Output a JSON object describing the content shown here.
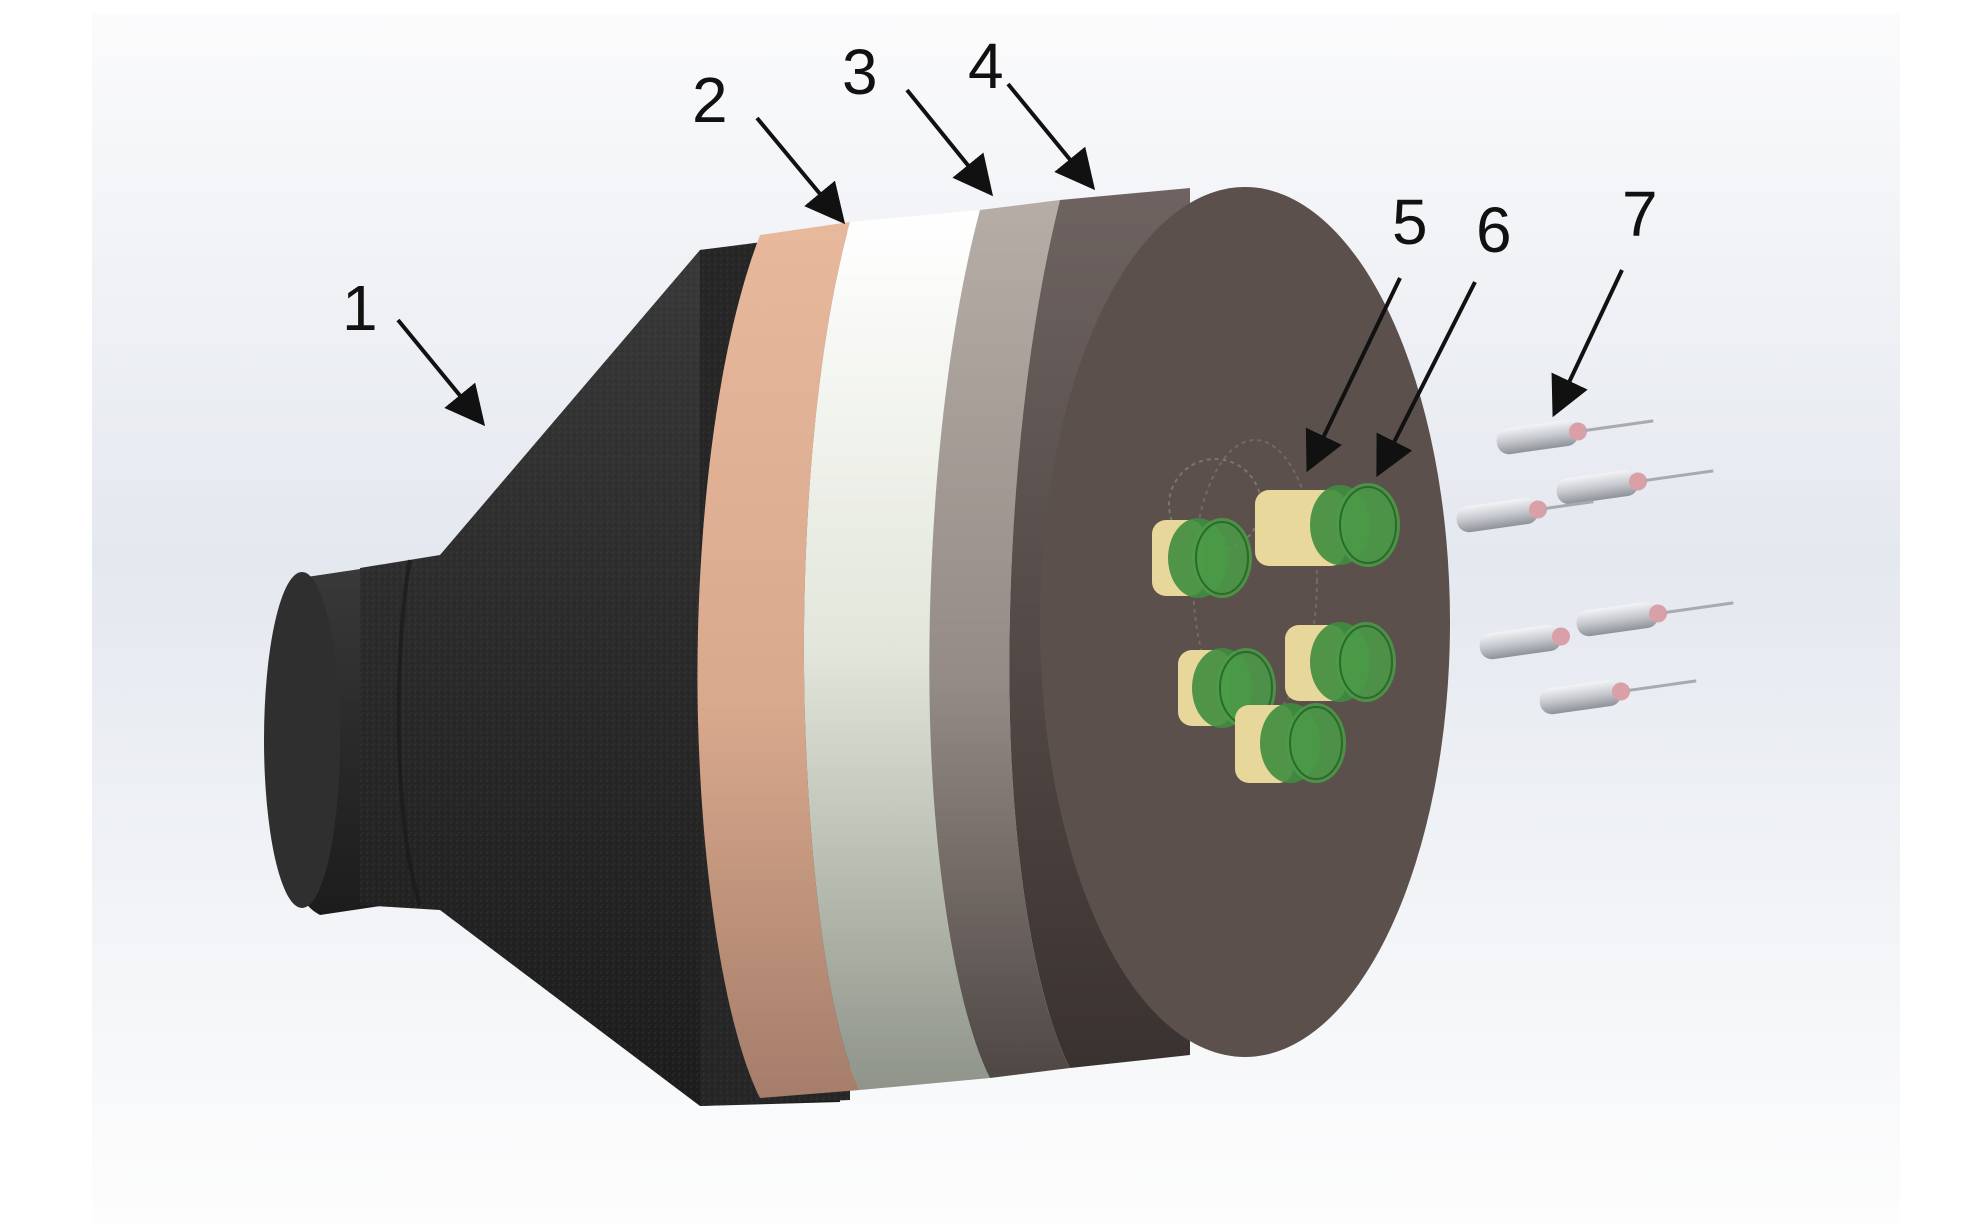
{
  "colors": {
    "background": "#ffffff",
    "backdrop_light": "#f6f7fa",
    "backdrop_shadow": "#dfe4ec",
    "foam": "#2a2a2a",
    "layer_2": "#d7a58a",
    "layer_3": "#e9ece2",
    "layer_4": "#9b9590",
    "end_disc": "#5c504d",
    "crystal_cream": "#e8d79a",
    "crystal_green": "#3f8d3f",
    "pin_metal": "#c9ccd0",
    "arrow": "#111111"
  },
  "callouts": [
    {
      "id": "1",
      "label": "1",
      "target": "foam-cone"
    },
    {
      "id": "2",
      "label": "2",
      "target": "layer-2-band"
    },
    {
      "id": "3",
      "label": "3",
      "target": "layer-3-band"
    },
    {
      "id": "4",
      "label": "4",
      "target": "layer-4-band"
    },
    {
      "id": "5",
      "label": "5",
      "target": "crystal-cream"
    },
    {
      "id": "6",
      "label": "6",
      "target": "crystal-green"
    },
    {
      "id": "7",
      "label": "7",
      "target": "connector-pin"
    }
  ],
  "icons": {
    "arrow": "arrow-icon"
  }
}
